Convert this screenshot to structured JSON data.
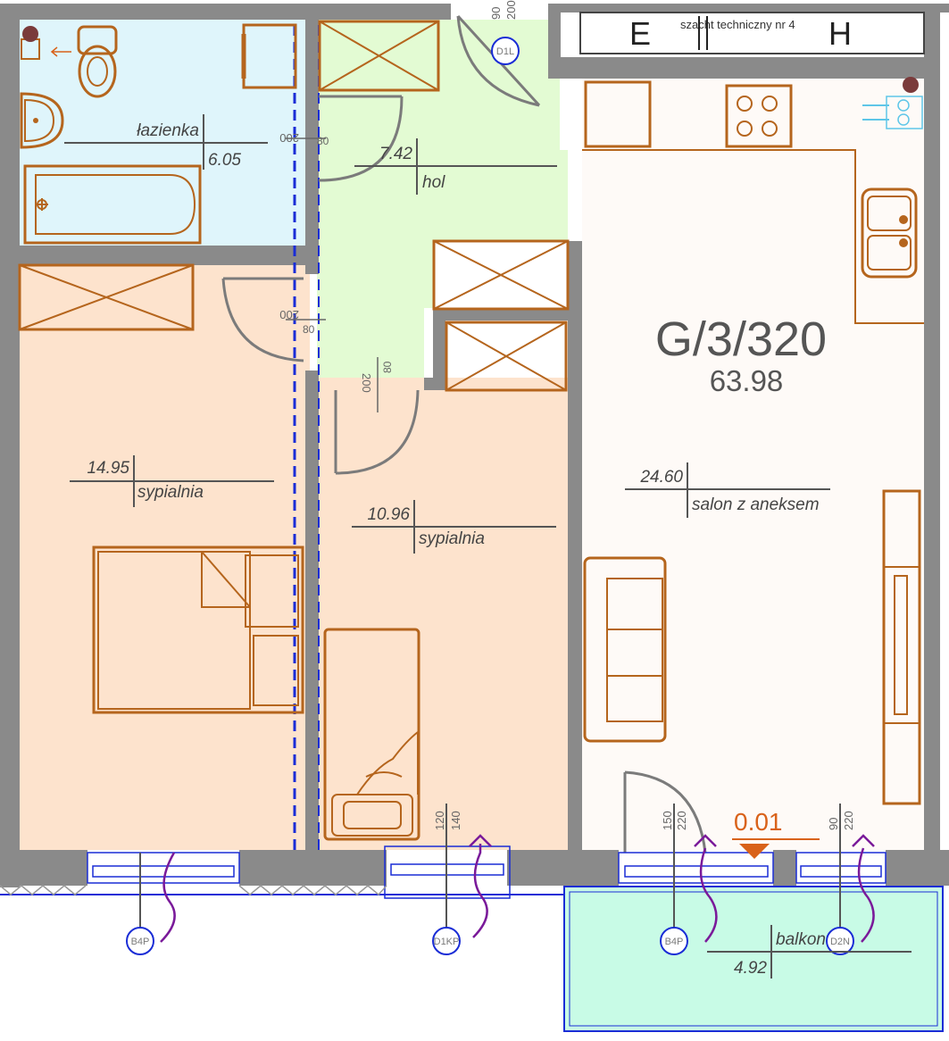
{
  "unit": {
    "code": "G/3/320",
    "area": "63.98"
  },
  "shaft": {
    "letter_left": "E",
    "label": "szacht techniczny nr 4",
    "letter_right": "H"
  },
  "rooms": [
    {
      "name": "łazienka",
      "area": "6.05"
    },
    {
      "name": "hol",
      "area": "7.42"
    },
    {
      "name": "sypialnia",
      "area": "14.95"
    },
    {
      "name": "sypialnia",
      "area": "10.96"
    },
    {
      "name": "salon z aneksem",
      "area": "24.60"
    },
    {
      "name": "balkon",
      "area": "4.92"
    }
  ],
  "level_mark": "0.01",
  "door_dims": {
    "entrance": [
      "90",
      "200"
    ],
    "bathroom": [
      "200",
      "80"
    ],
    "bedroom1": [
      "200",
      "80"
    ],
    "bedroom2": [
      "200",
      "80"
    ]
  },
  "window_dims": {
    "bedroom2": [
      "120",
      "140"
    ],
    "salon_left": [
      "150",
      "220"
    ],
    "salon_right": [
      "90",
      "220"
    ]
  },
  "tags": {
    "entrance": "D1L",
    "bedroom1": "B4P",
    "bedroom2": "D1KP",
    "salon_left": "B4P",
    "salon_right": "D2N"
  },
  "colors": {
    "bathroom": "#dff5fb",
    "hall": "#e3fbd3",
    "bedroom": "#fde3cd",
    "living": "#fefaf7",
    "balcony": "#c8fbe6",
    "wall": "#8a8a8a",
    "furniture": "#b5651d",
    "window_marker": "#1a2dd6"
  }
}
